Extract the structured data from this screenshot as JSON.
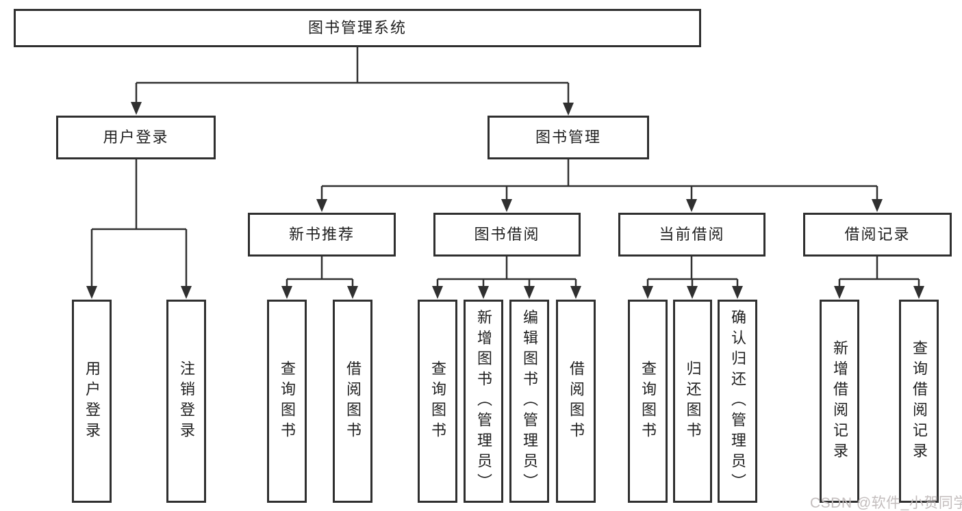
{
  "diagram": {
    "root": "图书管理系统",
    "level2": {
      "user_login": {
        "label": "用户登录",
        "children": [
          "用户登录",
          "注销登录"
        ]
      },
      "book_management": {
        "label": "图书管理",
        "level3": {
          "new_book_recommend": {
            "label": "新书推荐",
            "children": [
              "查询图书",
              "借阅图书"
            ]
          },
          "book_borrow": {
            "label": "图书借阅",
            "children": [
              "查询图书",
              "新增图书（管理员）",
              "编辑图书（管理员）",
              "借阅图书"
            ]
          },
          "current_borrow": {
            "label": "当前借阅",
            "children": [
              "查询图书",
              "归还图书",
              "确认归还（管理员）"
            ]
          },
          "borrow_records": {
            "label": "借阅记录",
            "children": [
              "新增借阅记录",
              "查询借阅记录"
            ]
          }
        }
      }
    }
  },
  "watermark": "CSDN @软件_小贺同学",
  "colors": {
    "line": "#303030",
    "box_border": "#2f2f2f",
    "text": "#1f1f1f",
    "watermark": "#c3bdbd",
    "background": "#ffffff"
  }
}
